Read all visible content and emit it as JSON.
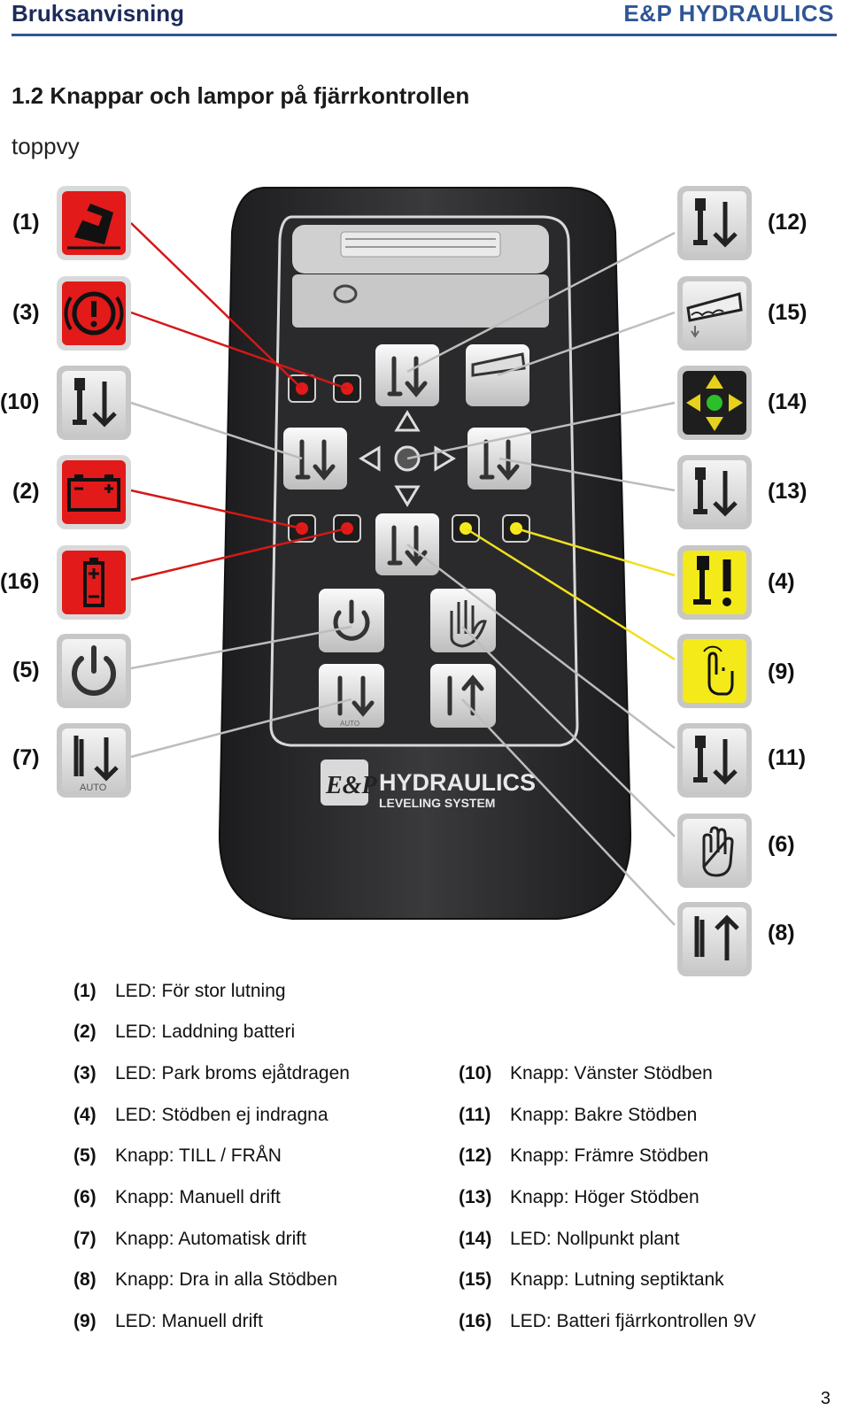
{
  "header": {
    "left": "Bruksanvisning",
    "right": "E&P  HYDRAULICS"
  },
  "section_title": "1.2 Knappar och lampor på fjärrkontrollen",
  "subtitle": "toppvy",
  "remote": {
    "brand_logo": "E&P",
    "brand_name": "HYDRAULICS",
    "brand_tagline": "LEVELING SYSTEM",
    "auto_label": "AUTO"
  },
  "callouts_left": [
    "(1)",
    "(3)",
    "(10)",
    "(2)",
    "(16)",
    "(5)",
    "(7)"
  ],
  "callouts_right": [
    "(12)",
    "(15)",
    "(14)",
    "(13)",
    "(4)",
    "(9)",
    "(11)",
    "(6)",
    "(8)"
  ],
  "icon_auto_label": "AUTO",
  "legend_left": [
    {
      "num": "(1)",
      "text": "LED: För stor lutning"
    },
    {
      "num": "(2)",
      "text": "LED: Laddning batteri"
    },
    {
      "num": "(3)",
      "text": "LED: Park broms ejåtdragen"
    },
    {
      "num": "(4)",
      "text": "LED: Stödben ej indragna"
    },
    {
      "num": "(5)",
      "text": "Knapp: TILL / FRÅN"
    },
    {
      "num": "(6)",
      "text": "Knapp: Manuell drift"
    },
    {
      "num": "(7)",
      "text": "Knapp: Automatisk drift"
    },
    {
      "num": "(8)",
      "text": "Knapp: Dra in alla Stödben"
    },
    {
      "num": "(9)",
      "text": "LED: Manuell drift"
    }
  ],
  "legend_right": [
    {
      "num": "(10)",
      "text": "Knapp: Vänster Stödben"
    },
    {
      "num": "(11)",
      "text": "Knapp: Bakre Stödben"
    },
    {
      "num": "(12)",
      "text": "Knapp: Främre Stödben"
    },
    {
      "num": "(13)",
      "text": "Knapp: Höger Stödben"
    },
    {
      "num": "(14)",
      "text": "LED: Nollpunkt plant"
    },
    {
      "num": "(15)",
      "text": "Knapp: Lutning septiktank"
    },
    {
      "num": "(16)",
      "text": "LED: Batteri fjärrkontrollen 9V"
    }
  ],
  "page_number": "3",
  "colors": {
    "led_red": "#e21a1a",
    "led_yellow": "#f4ea1a",
    "header_blue": "#2f5596",
    "remote_body": "#2b2b2d"
  }
}
